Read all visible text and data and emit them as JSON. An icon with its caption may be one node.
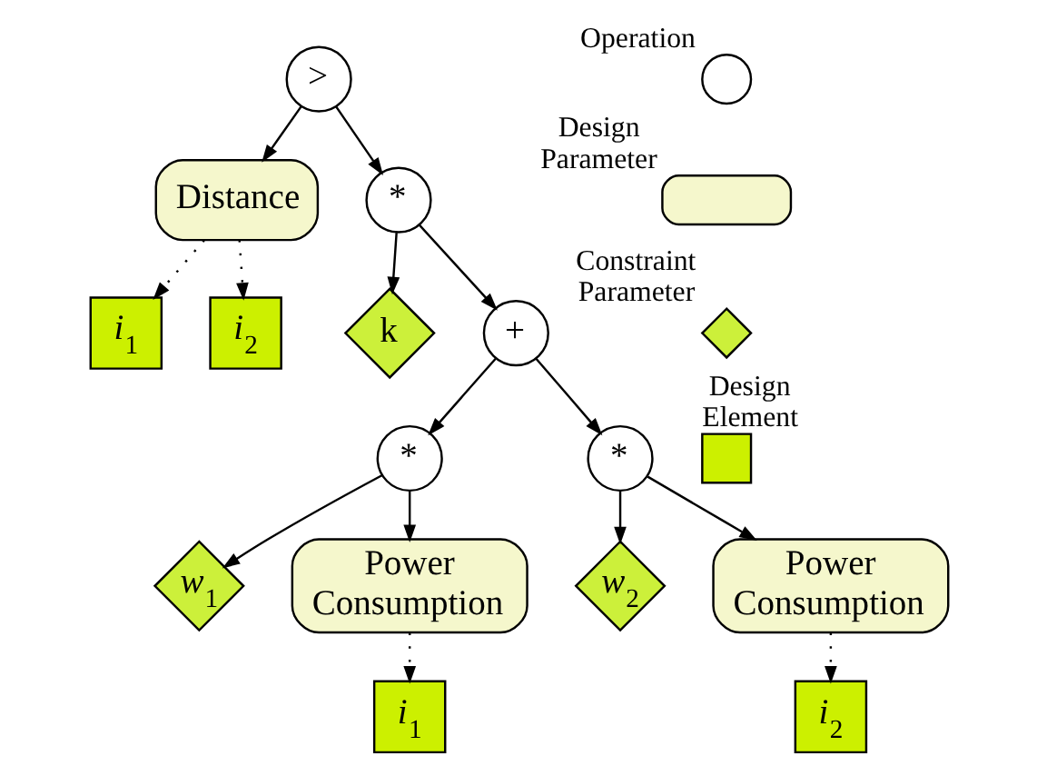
{
  "diagram": {
    "nodes": [
      {
        "text": [
          ">"
        ]
      },
      {
        "text": [
          "Distance"
        ]
      },
      {
        "text": [
          "*"
        ]
      },
      {
        "text": [
          "*i*$_{1}$"
        ]
      },
      {
        "text": [
          "*i*$_{2}$"
        ]
      },
      {
        "text": [
          "k"
        ]
      },
      {
        "text": [
          "+"
        ]
      },
      {
        "text": [
          "*"
        ]
      },
      {
        "text": [
          "*"
        ]
      },
      {
        "text": [
          "*w*$_{1}$"
        ]
      },
      {
        "text": [
          "Power Consumption"
        ]
      },
      {
        "text": [
          "*w*$_{2}$"
        ]
      },
      {
        "text": [
          "Power Consumption"
        ]
      },
      {
        "text": [
          "*i*$_{1}$"
        ]
      },
      {
        "text": [
          "*i*$_{2}$"
        ]
      }
    ],
    "edges": [
      {
        "from": 0,
        "to": 1,
        "arrow": "to"
      },
      {
        "from": 0,
        "to": 2,
        "arrow": "to"
      },
      {
        "from": 1,
        "to": 3,
        "arrow": "to",
        "style": "dashed"
      },
      {
        "from": 1,
        "to": 4,
        "arrow": "to",
        "style": "dashed"
      },
      {
        "from": 2,
        "to": 5,
        "arrow": "to"
      },
      {
        "from": 2,
        "to": 6,
        "arrow": "to"
      },
      {
        "from": 6,
        "to": 7,
        "arrow": "to"
      },
      {
        "from": 6,
        "to": 8,
        "arrow": "to"
      },
      {
        "from": 7,
        "to": 9,
        "arrow": "to"
      },
      {
        "from": 7,
        "to": 10,
        "arrow": "to"
      },
      {
        "from": 8,
        "to": 11,
        "arrow": "to"
      },
      {
        "from": 8,
        "to": 12,
        "arrow": "to"
      },
      {
        "from": 10,
        "to": 13,
        "arrow": "to",
        "style": "dashed"
      },
      {
        "from": 12,
        "to": 14,
        "arrow": "to",
        "style": "dashed"
      }
    ],
    "legend": [
      {
        "text": "Operation"
      },
      {
        "text": "Design Parameter"
      },
      {
        "text": "Constraint Parameter"
      },
      {
        "text": "Design Element"
      }
    ]
  }
}
